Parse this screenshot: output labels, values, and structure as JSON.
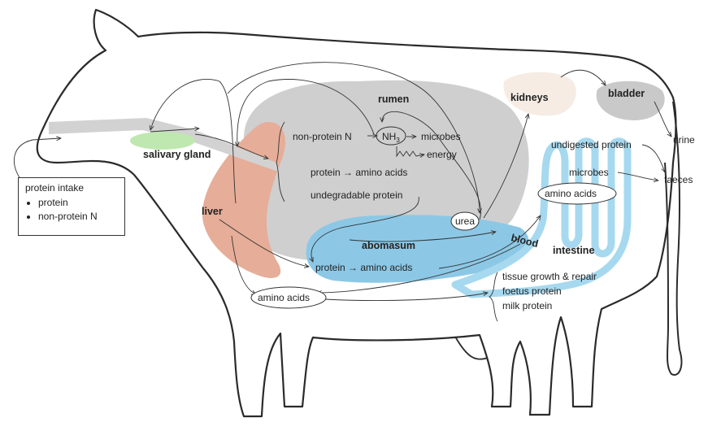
{
  "intake": {
    "title": "protein intake",
    "items": [
      "protein",
      "non-protein N"
    ]
  },
  "organs": {
    "salivary_gland": "salivary gland",
    "liver": "liver",
    "rumen": "rumen",
    "kidneys": "kidneys",
    "bladder": "bladder",
    "abomasum": "abomasum",
    "intestine": "intestine",
    "blood": "blood"
  },
  "rumen_process": {
    "non_protein_n": "non-protein N",
    "nh3": "NH",
    "nh3_sub": "3",
    "microbes": "microbes",
    "energy": "energy",
    "protein_to_aa": "protein → amino acids",
    "undegradable": "undegradable protein"
  },
  "abomasum_process": {
    "protein_to_aa": "protein → amino acids"
  },
  "nodes": {
    "urea": "urea",
    "amino_acids_intestine": "amino acids",
    "amino_acids_liver": "amino acids"
  },
  "outputs": {
    "undigested_protein": "undigested protein",
    "microbes": "microbes",
    "faeces": "faeces",
    "urine": "urine"
  },
  "uses": {
    "tissue": "tissue growth & repair",
    "foetus": "foetus protein",
    "milk": "milk protein"
  },
  "colors": {
    "outline": "#2b2b2b",
    "rumen": "#cfcfcf",
    "liver": "#e6ad98",
    "salivary": "#bfe7b0",
    "abomasum": "#8cc8e6",
    "intestine": "#a6d9ef",
    "kidneys": "#f6ece4",
    "bladder": "#c9c9c9",
    "esophagus": "#d2d2d2"
  }
}
